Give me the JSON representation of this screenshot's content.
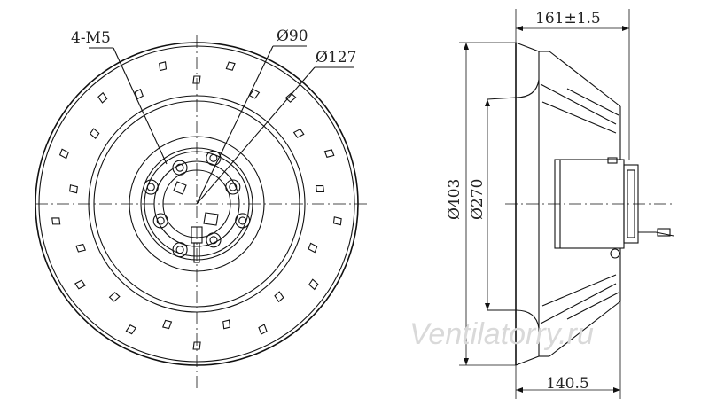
{
  "front_view": {
    "label_holes": "4-M5",
    "label_d_inner": "Ø90",
    "label_d_mid": "Ø127"
  },
  "side_view": {
    "label_width_top": "161±1.5",
    "label_d_outer": "Ø403",
    "label_d_inlet": "Ø270",
    "label_width_bottom": "140.5"
  },
  "watermark": "Ventilatorry.ru",
  "colors": {
    "line": "#111111",
    "watermark": "#d9d9d9"
  }
}
